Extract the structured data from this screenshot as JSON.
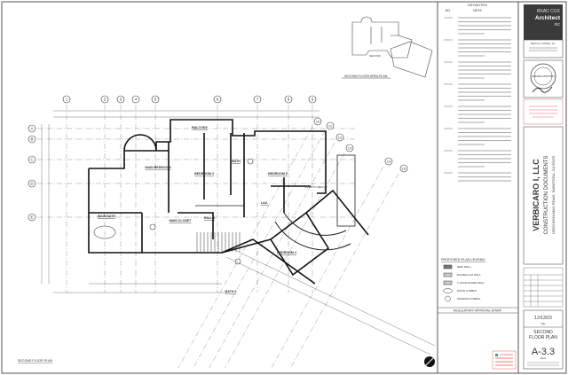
{
  "sheet": {
    "architect": {
      "line1": "BRAD COX",
      "line2": "Architect",
      "line3": "inc",
      "contact": "Brad Cox, Architect, Inc."
    },
    "stamp_text": "LICENSED ARCHITECT",
    "project": {
      "title": "VERBICARO I, LLC",
      "subtitle": "CONSTRUCTION DOCUMENTS",
      "address": "15050 BOHLMAN ROAD, SARATOGA, CA 95070"
    },
    "date": "12/13/23",
    "date_label": "date",
    "sheet_title_1": "SECOND",
    "sheet_title_2": "FLOOR PLAN",
    "sheet_number": "A-3.3",
    "sheet_label": "sheet"
  },
  "keynotes": {
    "title": "KEYNOTES",
    "col_no": "NO.",
    "col_note": "NOTE"
  },
  "legend": {
    "title": "PROPOSED PLAN LEGEND:",
    "items": [
      "NEW WALL",
      "DOUBLE 2x6 WALL",
      "1 HOUR RATED WALL",
      "DOOR SYMBOL",
      "WINDOW SYMBOL"
    ]
  },
  "regulatory": {
    "title": "REGULATORY APPROVAL STAMP"
  },
  "key_plan": {
    "label": "SECOND FLOOR AREA PLAN",
    "area_label": "SECOND"
  },
  "plan": {
    "title": "SECOND FLOOR PLAN",
    "grid_letters": [
      "A",
      "B",
      "C",
      "D",
      "E"
    ],
    "grid_numbers": [
      "1",
      "2",
      "3",
      "4",
      "5",
      "6",
      "7",
      "8",
      "9"
    ],
    "grid_angled": [
      "10",
      "11",
      "12",
      "13",
      "14",
      "15"
    ],
    "rooms": {
      "main_bedroom": "MAIN BEDROOM",
      "balcony": "BALCONY",
      "bedroom3": "BEDROOM 3",
      "bedroom2": "BEDROOM 2",
      "bath": "BATH",
      "lau": "LAU.",
      "main_bath": "MAIN BATH",
      "main_closet": "MAIN CLOSET",
      "hall2": "HALL 2",
      "bedroom4": "BEDROOM 4",
      "bath3": "BATH 3",
      "open_below": "OPEN TO BELOW"
    }
  }
}
